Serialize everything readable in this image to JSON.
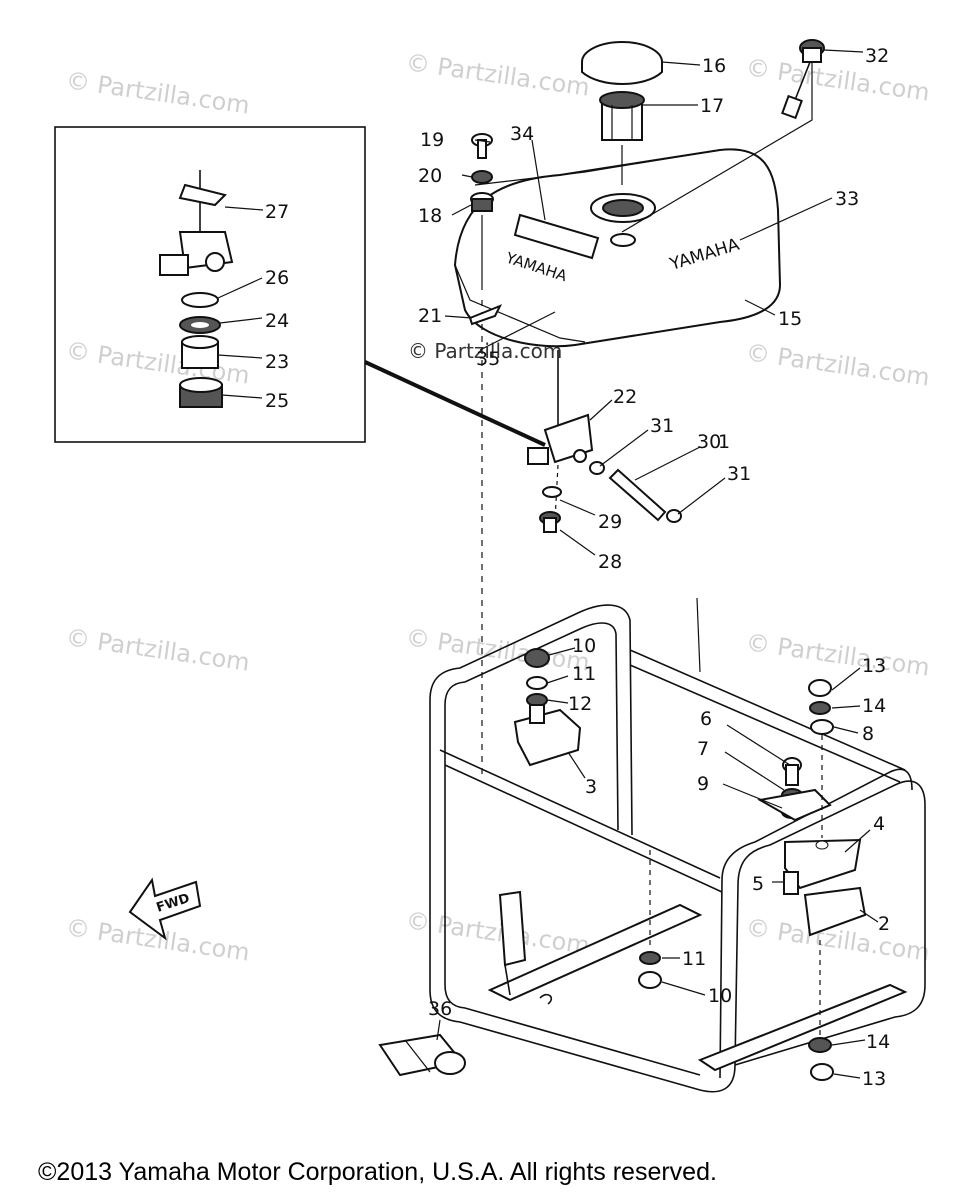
{
  "watermark": "© Partzilla.com",
  "watermark_inline": "© Partzilla.com",
  "brand_text": "YAMAHA",
  "fwd_label": "FWD",
  "copyright": "©2013 Yamaha Motor Corporation, U.S.A. All rights reserved.",
  "callouts": [
    "1",
    "2",
    "3",
    "4",
    "5",
    "6",
    "7",
    "8",
    "9",
    "10",
    "11",
    "12",
    "13",
    "14",
    "15",
    "16",
    "17",
    "18",
    "19",
    "20",
    "21",
    "22",
    "23",
    "24",
    "25",
    "26",
    "27",
    "28",
    "29",
    "30",
    "31",
    "32",
    "33",
    "34",
    "35",
    "36"
  ]
}
